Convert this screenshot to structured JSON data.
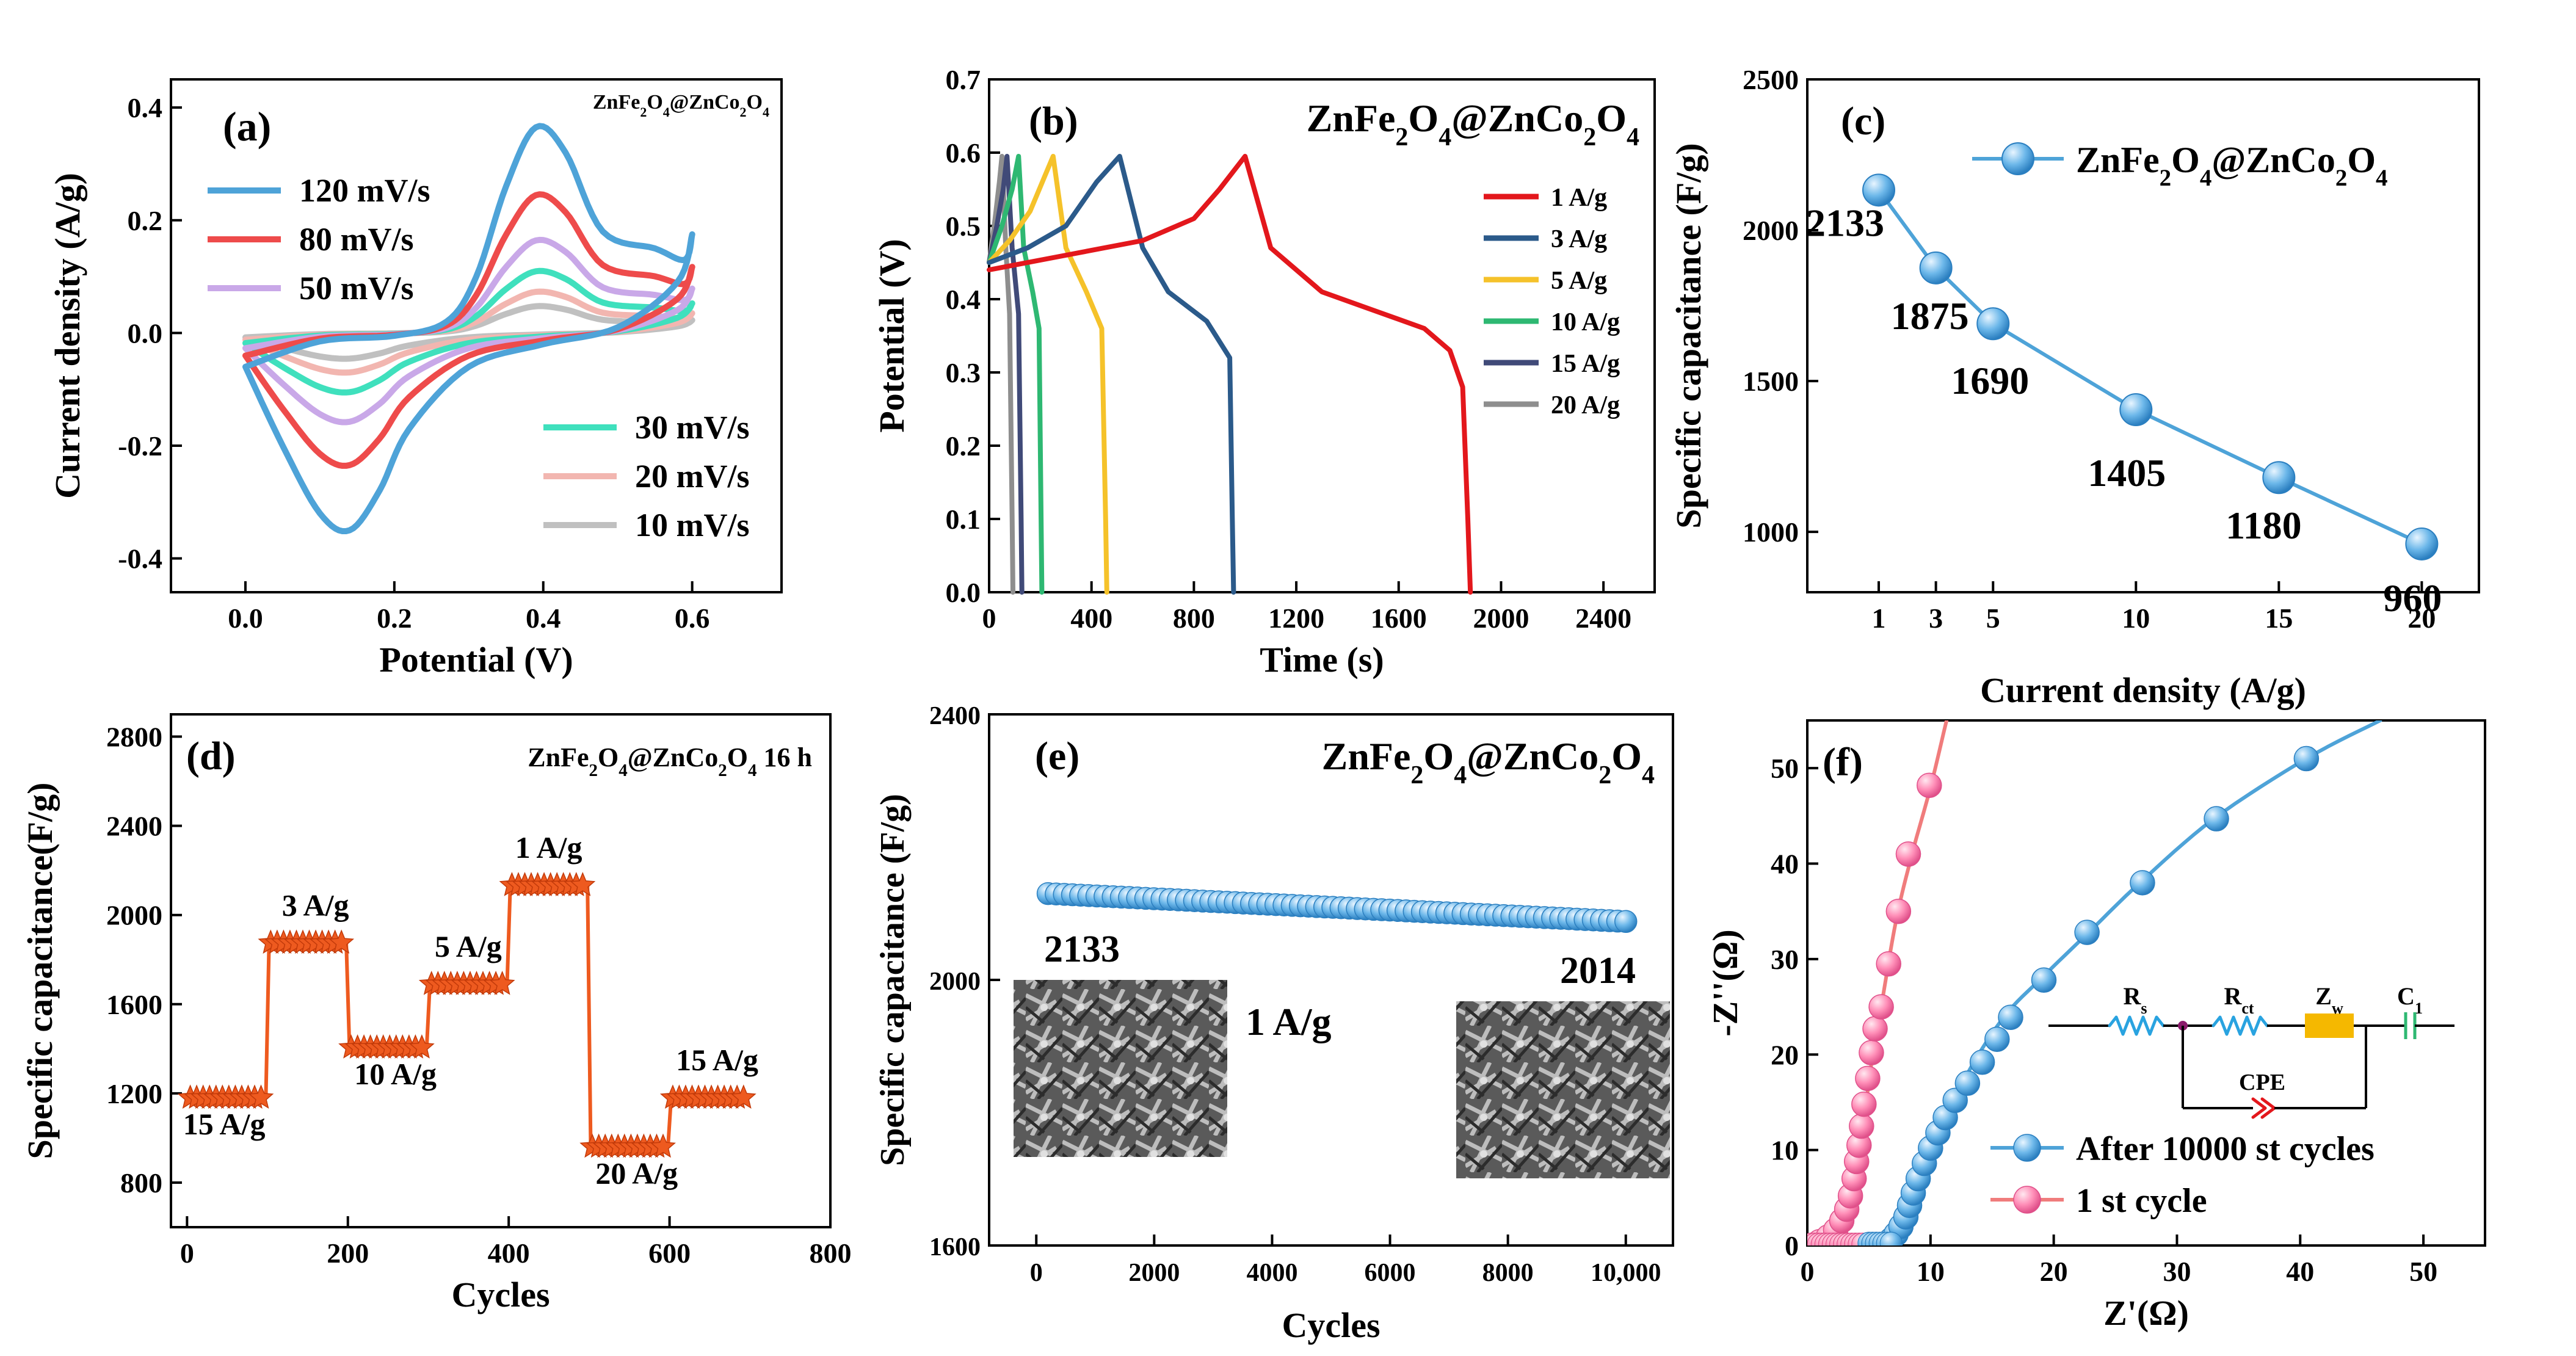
{
  "chart_data": [
    {
      "id": "a",
      "type": "line",
      "panel_label": "(a)",
      "title": "ZnFe2O4@ZnCo2O4",
      "xlabel": "Potential (V)",
      "ylabel": "Current density (A/g)",
      "xlim": [
        -0.1,
        0.72
      ],
      "ylim": [
        -0.46,
        0.45
      ],
      "xticks": [
        0.0,
        0.2,
        0.4,
        0.6
      ],
      "xticklabels": [
        "0.0",
        "0.2",
        "0.4",
        "0.6"
      ],
      "yticks": [
        -0.4,
        -0.2,
        0.0,
        0.2,
        0.4
      ],
      "yticklabels": [
        "-0.4",
        "-0.2",
        "0.0",
        "0.2",
        "0.4"
      ],
      "series": [
        {
          "name": "120 mV/s",
          "color": "#4ea3d8",
          "s": 1.0
        },
        {
          "name": "80 mV/s",
          "color": "#ee4b4b",
          "s": 0.67
        },
        {
          "name": "50 mV/s",
          "color": "#c9a8e8",
          "s": 0.45
        },
        {
          "name": "30 mV/s",
          "color": "#3fe0bd",
          "s": 0.3
        },
        {
          "name": "20 mV/s",
          "color": "#f2b6b0",
          "s": 0.2
        },
        {
          "name": "10 mV/s",
          "color": "#c0c0c0",
          "s": 0.13
        }
      ],
      "cv_shape": {
        "upper": [
          [
            0.0,
            -0.06
          ],
          [
            0.1,
            -0.015
          ],
          [
            0.2,
            -0.005
          ],
          [
            0.27,
            0.02
          ],
          [
            0.31,
            0.1
          ],
          [
            0.35,
            0.26
          ],
          [
            0.39,
            0.365
          ],
          [
            0.43,
            0.32
          ],
          [
            0.48,
            0.18
          ],
          [
            0.55,
            0.15
          ],
          [
            0.59,
            0.13
          ],
          [
            0.6,
            0.175
          ]
        ],
        "lower": [
          [
            0.6,
            0.175
          ],
          [
            0.58,
            0.09
          ],
          [
            0.5,
            0.01
          ],
          [
            0.4,
            -0.02
          ],
          [
            0.3,
            -0.06
          ],
          [
            0.22,
            -0.17
          ],
          [
            0.18,
            -0.28
          ],
          [
            0.14,
            -0.35
          ],
          [
            0.1,
            -0.32
          ],
          [
            0.05,
            -0.2
          ],
          [
            0.0,
            -0.06
          ]
        ]
      }
    },
    {
      "id": "b",
      "type": "line",
      "panel_label": "(b)",
      "title": "ZnFe2O4@ZnCo2O4",
      "xlabel": "Time (s)",
      "ylabel": "Potential (V)",
      "xlim": [
        0,
        2600
      ],
      "ylim": [
        0,
        0.7
      ],
      "xticks": [
        0,
        400,
        800,
        1200,
        1600,
        2000,
        2400
      ],
      "xticklabels": [
        "0",
        "400",
        "800",
        "1200",
        "1600",
        "2000",
        "2400"
      ],
      "yticks": [
        0,
        0.1,
        0.2,
        0.3,
        0.4,
        0.5,
        0.6,
        0.7
      ],
      "yticklabels": [
        "0.0",
        "0.1",
        "0.2",
        "0.3",
        "0.4",
        "0.5",
        "0.6",
        "0.7"
      ],
      "series": [
        {
          "name": "1 A/g",
          "color": "#e3171c",
          "x": [
            0,
            300,
            600,
            800,
            900,
            1000,
            1100,
            1300,
            1500,
            1700,
            1800,
            1850,
            1870,
            1880
          ],
          "y": [
            0.44,
            0.46,
            0.48,
            0.51,
            0.55,
            0.595,
            0.47,
            0.41,
            0.385,
            0.36,
            0.33,
            0.28,
            0.1,
            0
          ]
        },
        {
          "name": "3 A/g",
          "color": "#2b5a8a",
          "x": [
            0,
            150,
            300,
            420,
            510,
            600,
            700,
            850,
            940,
            950,
            955
          ],
          "y": [
            0.45,
            0.47,
            0.5,
            0.56,
            0.595,
            0.47,
            0.41,
            0.37,
            0.32,
            0.1,
            0
          ]
        },
        {
          "name": "5 A/g",
          "color": "#f5c22a",
          "x": [
            0,
            80,
            160,
            220,
            250,
            300,
            380,
            440,
            455,
            460
          ],
          "y": [
            0.45,
            0.48,
            0.52,
            0.57,
            0.595,
            0.47,
            0.41,
            0.36,
            0.1,
            0
          ]
        },
        {
          "name": "10 A/g",
          "color": "#2eb872",
          "x": [
            0,
            50,
            90,
            115,
            135,
            170,
            195,
            203,
            206
          ],
          "y": [
            0.45,
            0.5,
            0.55,
            0.595,
            0.47,
            0.41,
            0.36,
            0.1,
            0
          ]
        },
        {
          "name": "15 A/g",
          "color": "#404a78",
          "x": [
            0,
            30,
            55,
            70,
            90,
            115,
            125,
            128
          ],
          "y": [
            0.45,
            0.5,
            0.55,
            0.595,
            0.47,
            0.38,
            0.1,
            0
          ]
        },
        {
          "name": "20 A/g",
          "color": "#8e8e8e",
          "x": [
            0,
            20,
            40,
            50,
            65,
            80,
            90,
            93
          ],
          "y": [
            0.45,
            0.5,
            0.56,
            0.595,
            0.47,
            0.38,
            0.1,
            0
          ]
        }
      ]
    },
    {
      "id": "c",
      "type": "line",
      "panel_label": "(c)",
      "xlabel": "Current density (A/g)",
      "ylabel": "Specific capacitance (F/g)",
      "xlim": [
        -1.5,
        22
      ],
      "ylim": [
        800,
        2500
      ],
      "xticks": [
        1,
        3,
        5,
        10,
        15,
        20
      ],
      "xticklabels": [
        "1",
        "3",
        "5",
        "10",
        "15",
        "20"
      ],
      "yticks": [
        1000,
        1500,
        2000,
        2500
      ],
      "yticklabels": [
        "1000",
        "1500",
        "2000",
        "2500"
      ],
      "series": [
        {
          "name": "ZnFe2O4@ZnCo2O4",
          "color": "#4ea3d8",
          "x": [
            1,
            3,
            5,
            10,
            15,
            20
          ],
          "y": [
            2133,
            1875,
            1690,
            1405,
            1180,
            960
          ]
        }
      ],
      "point_labels": [
        "2133",
        "1875",
        "1690",
        "1405",
        "1180",
        "960"
      ]
    },
    {
      "id": "d",
      "type": "line",
      "panel_label": "(d)",
      "title": "ZnFe2O4@ZnCo2O4 16 h",
      "xlabel": "Cycles",
      "ylabel": "Specific capacitance(F/g)",
      "xlim": [
        -20,
        800
      ],
      "ylim": [
        600,
        2900
      ],
      "xticks": [
        0,
        200,
        400,
        600,
        800
      ],
      "xticklabels": [
        "0",
        "200",
        "400",
        "600",
        "800"
      ],
      "yticks": [
        800,
        1200,
        1600,
        2000,
        2400,
        2800
      ],
      "yticklabels": [
        "800",
        "1200",
        "1600",
        "2000",
        "2400",
        "2800"
      ],
      "color": "#ee5a1f",
      "segments": [
        {
          "label": "15 A/g",
          "x0": 0,
          "x1": 100,
          "y": 1180
        },
        {
          "label": "3 A/g",
          "x0": 100,
          "x1": 200,
          "y": 1875
        },
        {
          "label": "10 A/g",
          "x0": 200,
          "x1": 300,
          "y": 1405
        },
        {
          "label": "5 A/g",
          "x0": 300,
          "x1": 400,
          "y": 1690
        },
        {
          "label": "1 A/g",
          "x0": 400,
          "x1": 500,
          "y": 2133
        },
        {
          "label": "20 A/g",
          "x0": 500,
          "x1": 600,
          "y": 960
        },
        {
          "label": "15 A/g",
          "x0": 600,
          "x1": 700,
          "y": 1180
        }
      ]
    },
    {
      "id": "e",
      "type": "scatter",
      "panel_label": "(e)",
      "title": "ZnFe2O4@ZnCo2O4",
      "xlabel": "Cycles",
      "ylabel": "Specific capacitance (F/g)",
      "xlim": [
        -800,
        10800
      ],
      "ylim": [
        1600,
        2400
      ],
      "xticks": [
        0,
        2000,
        4000,
        6000,
        8000,
        10000
      ],
      "xticklabels": [
        "0",
        "2000",
        "4000",
        "6000",
        "8000",
        "10,000"
      ],
      "yticks": [
        1600,
        2000,
        2400
      ],
      "yticklabels": [
        "1600",
        "2000",
        "2400"
      ],
      "series": [
        {
          "name": "",
          "color": "#4ea3d8",
          "x_start": 200,
          "x_end": 10000,
          "y_start": 2130,
          "y_end": 2088,
          "count": 72
        }
      ],
      "annotations": {
        "start": "2133",
        "end": "2014",
        "rate": "1 A/g"
      }
    },
    {
      "id": "f",
      "type": "scatter",
      "panel_label": "(f)",
      "xlabel": "Z'(Ω)",
      "ylabel": "-Z''(Ω)",
      "xlim": [
        0,
        55
      ],
      "ylim": [
        0,
        55
      ],
      "xticks": [
        0,
        10,
        20,
        30,
        40,
        50
      ],
      "xticklabels": [
        "0",
        "10",
        "20",
        "30",
        "40",
        "50"
      ],
      "yticks": [
        0,
        10,
        20,
        30,
        40,
        50
      ],
      "yticklabels": [
        "0",
        "10",
        "20",
        "30",
        "40",
        "50"
      ],
      "series": [
        {
          "name": "After 10000 st cycles",
          "color": "#4ea3d8",
          "line_x": [
            5.0,
            6.5,
            7.5,
            8.5,
            9.5,
            11,
            13,
            16,
            19,
            23,
            27,
            33,
            40.5,
            46.5
          ],
          "line_y": [
            0,
            0.5,
            1.5,
            4,
            8,
            12,
            18,
            24,
            28,
            33,
            38,
            44.7,
            51,
            55
          ],
          "marker_x": [
            6.8,
            7.2,
            7.6,
            8.0,
            8.3,
            8.6,
            9.0,
            9.5,
            10.0,
            10.6,
            11.2,
            12.0,
            13.0,
            14.2,
            15.4,
            16.5,
            19.2,
            22.7,
            27.2,
            33.2,
            40.5
          ],
          "marker_y": [
            0.6,
            1.2,
            2.0,
            3.0,
            4.2,
            5.5,
            7.0,
            8.6,
            10.2,
            11.8,
            13.4,
            15.2,
            17.0,
            19.2,
            21.6,
            23.9,
            27.8,
            32.8,
            38.0,
            44.7,
            51.0
          ]
        },
        {
          "name": "1 st cycle",
          "color": "#f07c7c",
          "marker_color": "#ff6fa8",
          "line_x": [
            0.3,
            1.5,
            2.8,
            3.5,
            4.0,
            4.5,
            5.2,
            6.0,
            7.2,
            8.5,
            10.0,
            11.3
          ],
          "line_y": [
            0,
            0.5,
            1.5,
            3.5,
            7,
            12,
            19,
            25,
            34,
            41,
            48,
            55
          ],
          "marker_x": [
            1.0,
            1.7,
            2.3,
            2.8,
            3.2,
            3.5,
            3.8,
            4.0,
            4.2,
            4.4,
            4.6,
            4.9,
            5.2,
            5.5,
            6.0,
            6.6,
            7.4,
            8.2,
            9.9
          ],
          "marker_y": [
            0.4,
            0.9,
            1.6,
            2.6,
            3.8,
            5.2,
            7.0,
            8.8,
            10.5,
            12.5,
            14.8,
            17.5,
            20.2,
            22.7,
            25.0,
            29.5,
            35.0,
            41.0,
            48.2
          ]
        }
      ],
      "circuit": {
        "rs": "R",
        "rs_sub": "s",
        "rct": "R",
        "rct_sub": "ct",
        "zw": "Z",
        "zw_sub": "w",
        "c1": "C",
        "c1_sub": "1",
        "cpe": "CPE"
      }
    }
  ]
}
